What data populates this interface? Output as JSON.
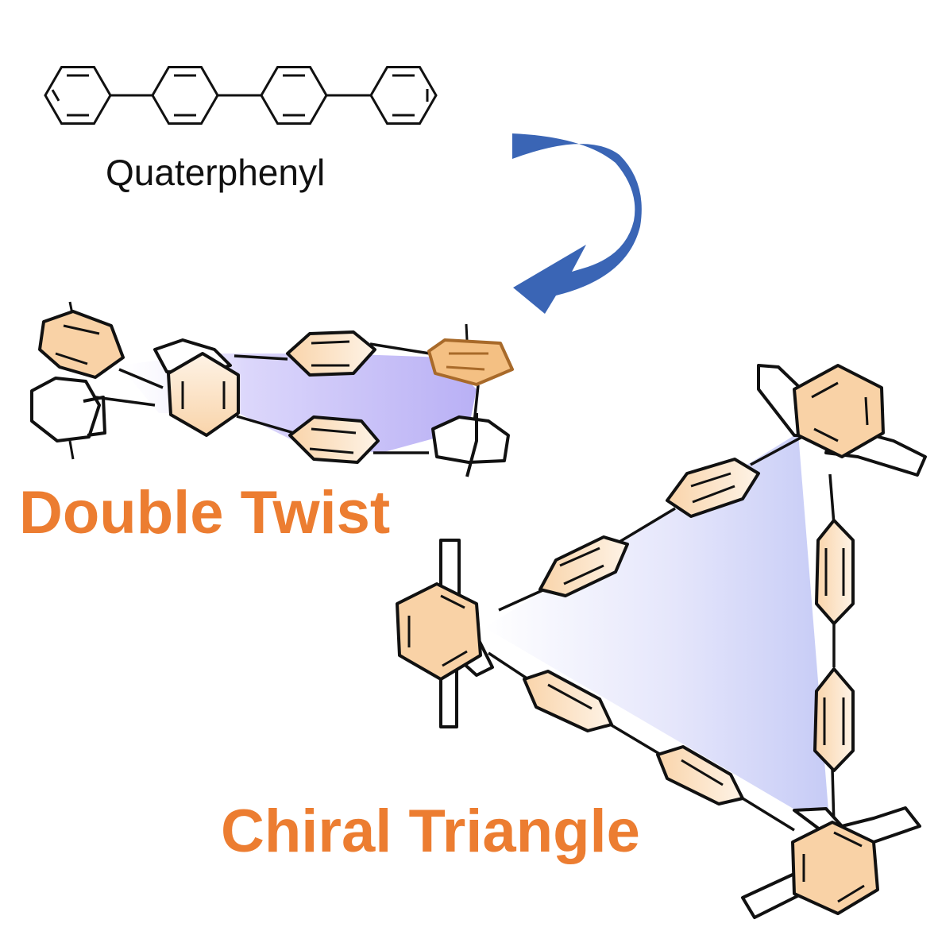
{
  "labels": {
    "monomer": "Quaterphenyl",
    "product_1": "Double Twist",
    "product_2": "Chiral Triangle"
  },
  "colors": {
    "accent": "#ec7d31",
    "arrow": "#3a65b5",
    "ring_fill": "#fad7b0",
    "cavity": "#a8a4f2",
    "bond": "#111111"
  },
  "icons": {
    "transformation": "curved-arrow-icon"
  }
}
